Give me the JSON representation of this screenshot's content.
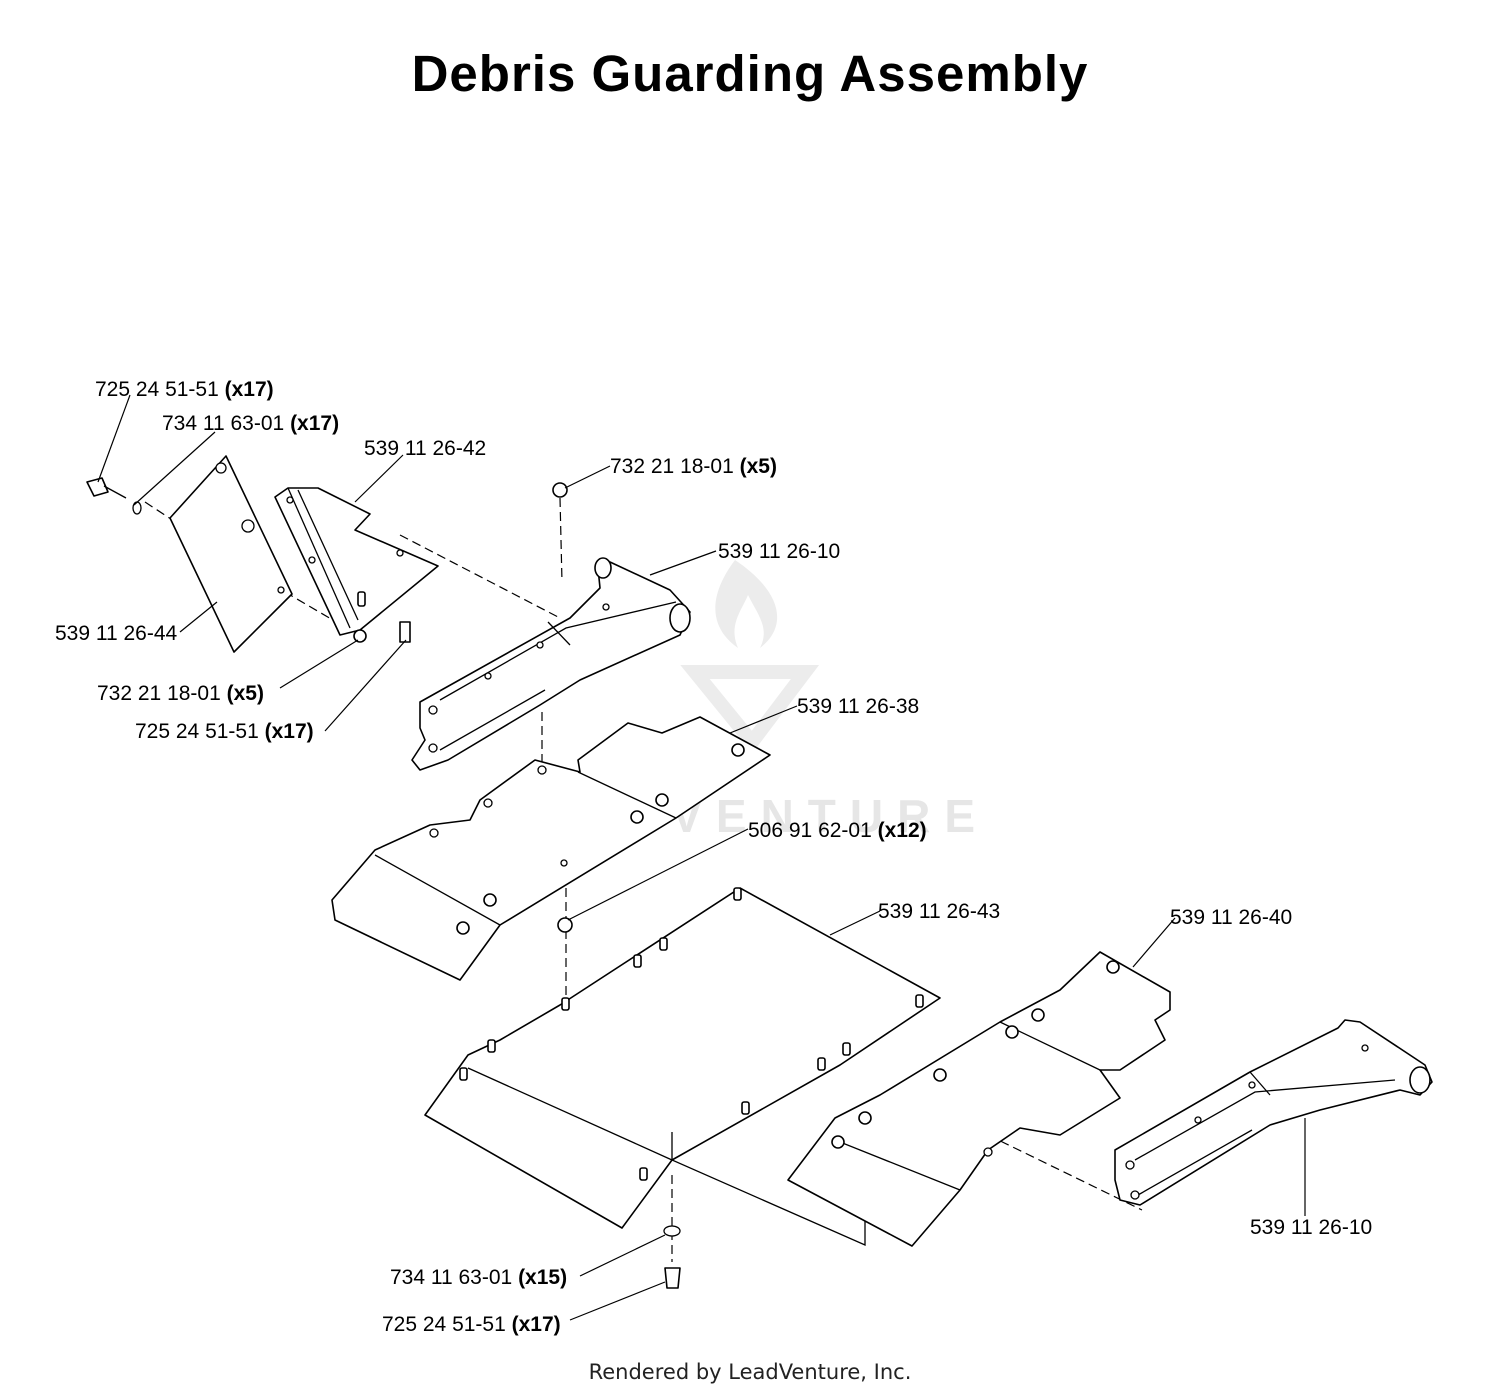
{
  "title": "Debris Guarding Assembly",
  "footer": "Rendered by LeadVenture, Inc.",
  "watermark": "LEADVENTURE",
  "callouts": [
    {
      "id": "c1",
      "part": "725 24 51-51",
      "qty": "(x17)"
    },
    {
      "id": "c2",
      "part": "734 11 63-01",
      "qty": "(x17)"
    },
    {
      "id": "c3",
      "part": "539 11 26-42",
      "qty": ""
    },
    {
      "id": "c4",
      "part": "732 21 18-01",
      "qty": "(x5)"
    },
    {
      "id": "c5",
      "part": "539 11 26-10",
      "qty": ""
    },
    {
      "id": "c6",
      "part": "539 11 26-44",
      "qty": ""
    },
    {
      "id": "c7",
      "part": "732 21 18-01",
      "qty": "(x5)"
    },
    {
      "id": "c8",
      "part": "725 24 51-51",
      "qty": "(x17)"
    },
    {
      "id": "c9",
      "part": "539 11 26-38",
      "qty": ""
    },
    {
      "id": "c10",
      "part": "506 91 62-01",
      "qty": "(x12)"
    },
    {
      "id": "c11",
      "part": "539 11 26-43",
      "qty": ""
    },
    {
      "id": "c12",
      "part": "539 11 26-40",
      "qty": ""
    },
    {
      "id": "c13",
      "part": "539 11 26-10",
      "qty": ""
    },
    {
      "id": "c14",
      "part": "734 11 63-01",
      "qty": "(x15)"
    },
    {
      "id": "c15",
      "part": "725 24 51-51",
      "qty": "(x17)"
    }
  ]
}
